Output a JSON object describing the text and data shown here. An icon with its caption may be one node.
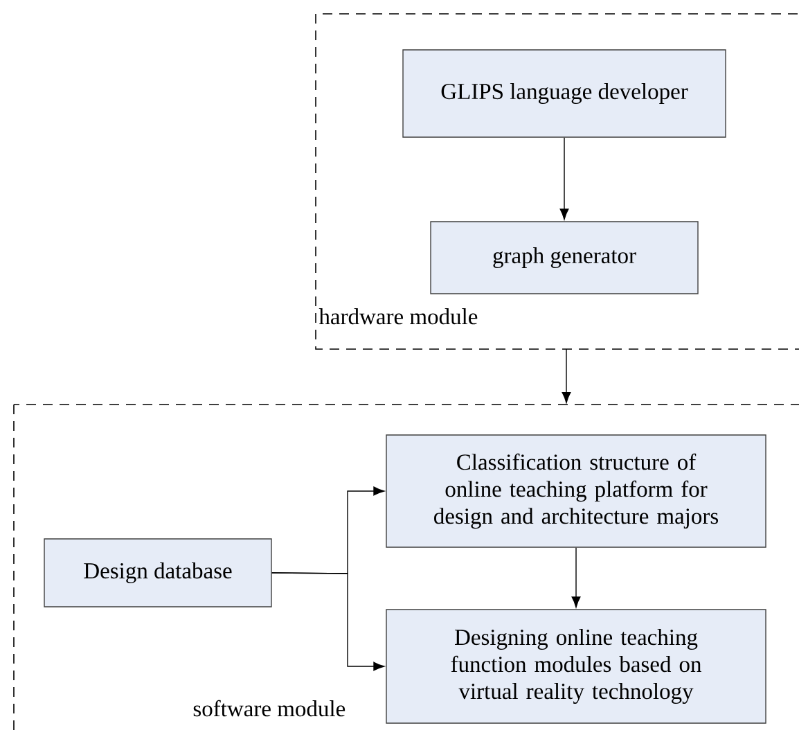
{
  "diagram": {
    "nodes": [
      {
        "text": [
          "hardware module"
        ]
      },
      {
        "text": [
          "GLIPS language developer"
        ],
        "in": 0
      },
      {
        "text": [
          "graph generator"
        ],
        "in": 0
      },
      {
        "text": [
          "software module"
        ]
      },
      {
        "text": [
          "Design database"
        ],
        "in": 3
      },
      {
        "text": [
          "Classification structure of online teaching platform for design and architecture majors"
        ],
        "in": 3
      },
      {
        "text": [
          "Designing online teaching function modules based on virtual reality technology"
        ],
        "in": 3
      }
    ],
    "edges": [
      {
        "from": 1,
        "to": 2,
        "arrow": "to"
      },
      {
        "from": 0,
        "to": 3,
        "arrow": "to"
      },
      {
        "from": 4,
        "to": 5,
        "arrow": "to"
      },
      {
        "from": 4,
        "to": 6,
        "arrow": "to"
      },
      {
        "from": 5,
        "to": 6,
        "arrow": "to"
      }
    ]
  }
}
